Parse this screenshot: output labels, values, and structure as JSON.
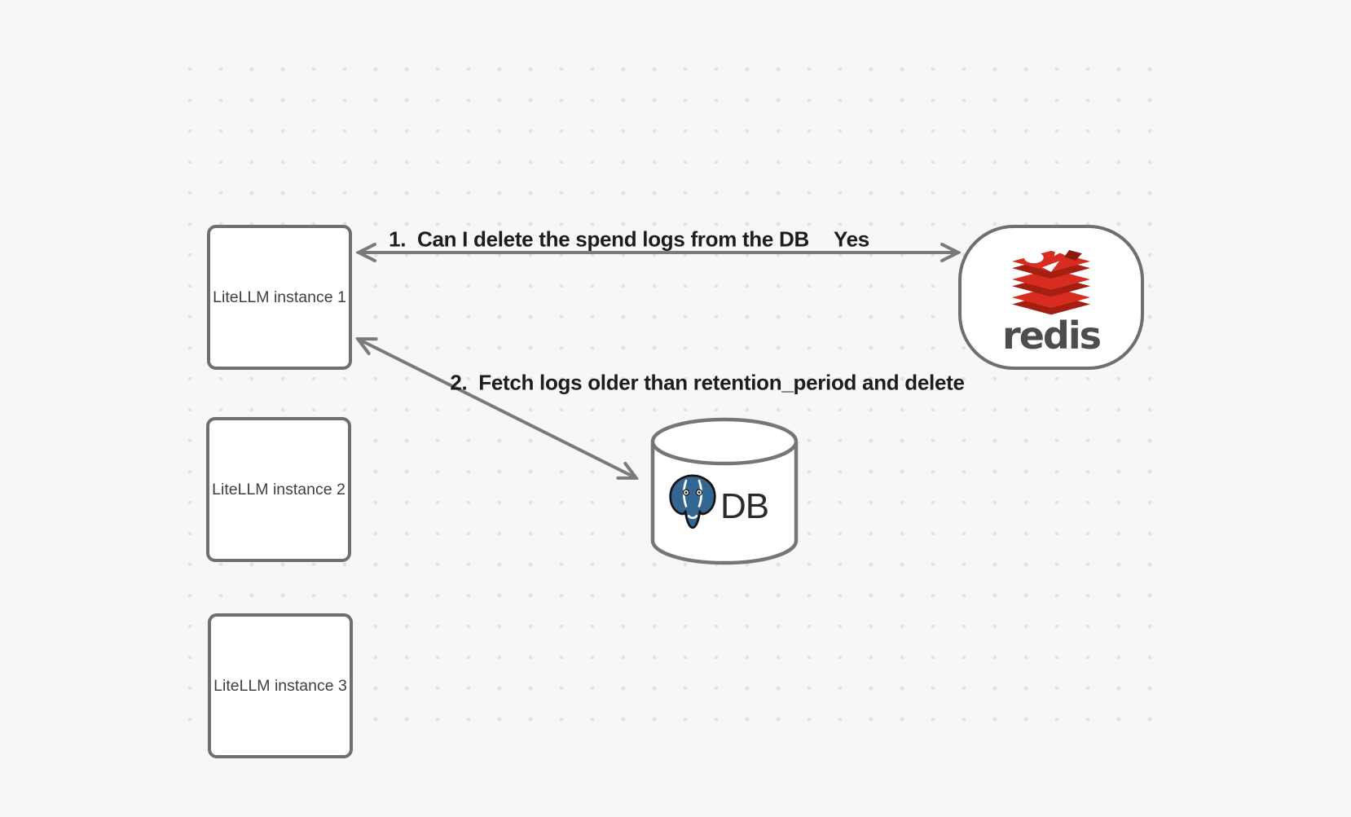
{
  "nodes": [
    {
      "id": "litellm1",
      "label": "LiteLLM instance 1"
    },
    {
      "id": "litellm2",
      "label": "LiteLLM instance 2"
    },
    {
      "id": "litellm3",
      "label": "LiteLLM instance 3"
    },
    {
      "id": "redis",
      "label": "redis",
      "icon": "redis-logo-icon"
    },
    {
      "id": "db",
      "label": "DB",
      "icon": "postgresql-elephant-icon"
    }
  ],
  "arrows": [
    {
      "id": "arrow-1",
      "from": "litellm1",
      "to": "redis",
      "direction": "both",
      "label": "1.  Can I delete the spend logs from the DB",
      "response": "Yes"
    },
    {
      "id": "arrow-2",
      "from": "litellm1",
      "to": "db",
      "direction": "both",
      "label": "2.  Fetch logs older than retention_period and delete"
    }
  ],
  "colors": {
    "background": "#f8f7f5",
    "dot": "#e4e2e0",
    "node_border": "#6f6f6f",
    "node_fill": "#ffffff",
    "node_text": "#3f3f3f",
    "arrow": "#7a7a7a",
    "label_text": "#1d1d1f",
    "redis_red": "#d82c20",
    "redis_red_dark": "#a41e11",
    "redis_wordmark": "#4d4d4d",
    "postgres_blue": "#336791",
    "db_text": "#2b2b2b"
  }
}
